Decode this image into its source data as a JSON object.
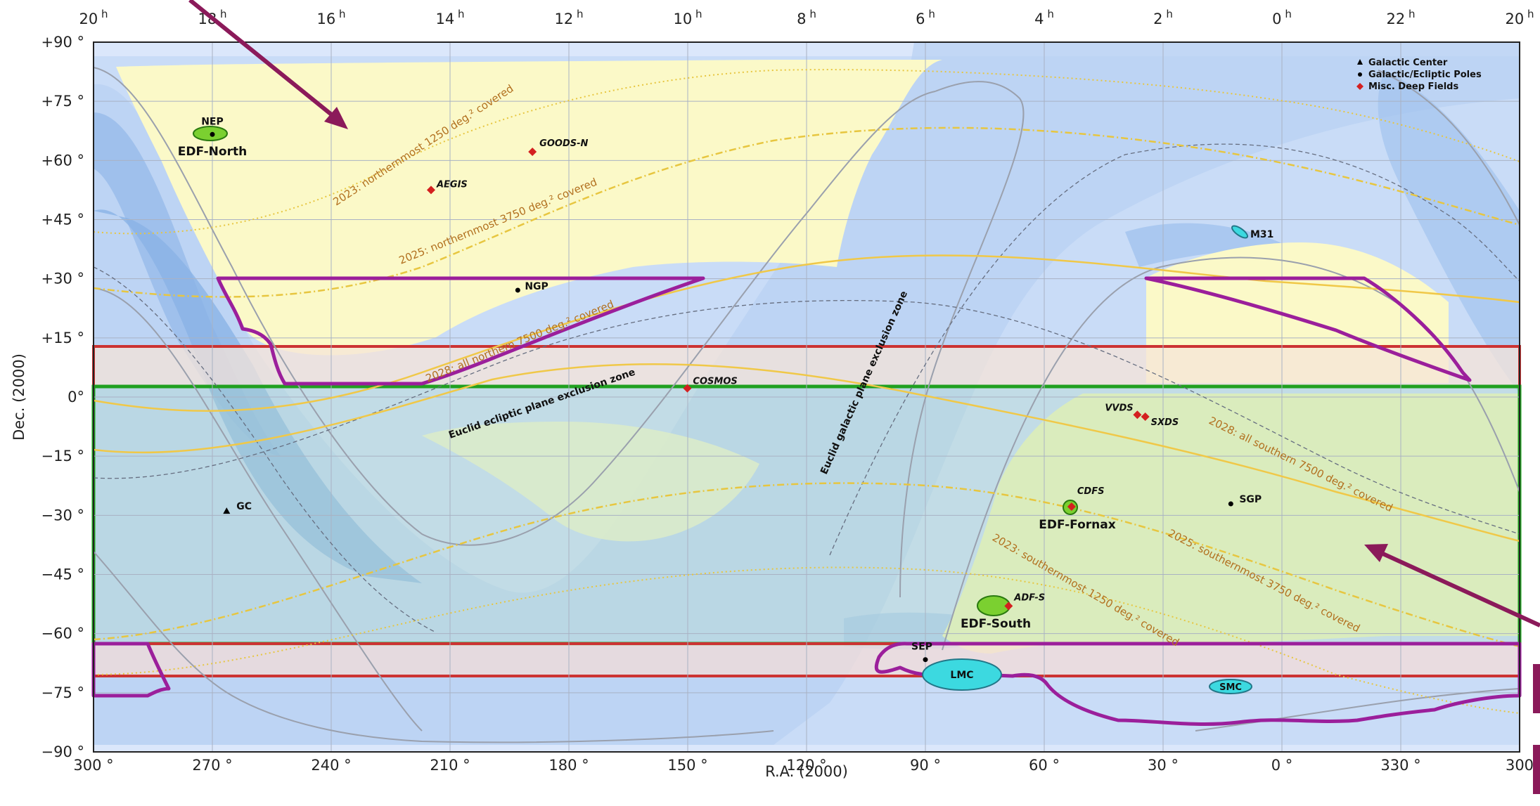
{
  "chart_data": {
    "type": "scatter",
    "xlabel": "R.A. (2000)",
    "ylabel": "Dec. (2000)",
    "xlim": [
      300,
      -60
    ],
    "ylim": [
      -90,
      90
    ],
    "x_ticks_deg": [
      "300 °",
      "270 °",
      "240 °",
      "210 °",
      "180 °",
      "150 °",
      "120 °",
      "90 °",
      "60 °",
      "30 °",
      "0 °",
      "330 °",
      "300"
    ],
    "x_ticks_hours": [
      "20h",
      "18h",
      "16h",
      "14h",
      "12h",
      "10h",
      "8h",
      "6h",
      "4h",
      "2h",
      "0h",
      "22h",
      "20h"
    ],
    "y_ticks": [
      "+90 °",
      "+75 °",
      "+60 °",
      "+45 °",
      "+30 °",
      "+15 °",
      "0°",
      "−15 °",
      "−30 °",
      "−45 °",
      "−60 °",
      "−75 °",
      "−90 °"
    ],
    "grid": true,
    "legend": {
      "placement": "top-right",
      "entries": [
        {
          "label": "Galactic Center",
          "marker": "triangle",
          "color": "#000000"
        },
        {
          "label": "Galactic/Ecliptic Poles",
          "marker": "dot",
          "color": "#000000"
        },
        {
          "label": "Misc. Deep Fields",
          "marker": "diamond",
          "color": "#d42020"
        }
      ]
    },
    "points": [
      {
        "label": "GC",
        "ra": 266.4,
        "dec": -28.9,
        "kind": "galactic-center"
      },
      {
        "label": "NGP",
        "ra": 192.9,
        "dec": 27.1,
        "kind": "pole"
      },
      {
        "label": "SGP",
        "ra": 12.9,
        "dec": -27.1,
        "kind": "pole"
      },
      {
        "label": "NEP",
        "ra": 270.0,
        "dec": 66.6,
        "kind": "pole"
      },
      {
        "label": "SEP",
        "ra": 90.0,
        "dec": -66.6,
        "kind": "pole"
      },
      {
        "label": "GOODS-N",
        "ra": 189.2,
        "dec": 62.2,
        "kind": "deep-field"
      },
      {
        "label": "AEGIS",
        "ra": 214.8,
        "dec": 52.5,
        "kind": "deep-field"
      },
      {
        "label": "COSMOS",
        "ra": 150.1,
        "dec": 2.2,
        "kind": "deep-field"
      },
      {
        "label": "VVDS",
        "ra": 36.5,
        "dec": -4.5,
        "kind": "deep-field"
      },
      {
        "label": "SXDS",
        "ra": 34.5,
        "dec": -5.0,
        "kind": "deep-field"
      },
      {
        "label": "CDFS",
        "ra": 53.1,
        "dec": -27.8,
        "kind": "deep-field"
      },
      {
        "label": "ADF-S",
        "ra": 69.0,
        "dec": -53.0,
        "kind": "deep-field"
      }
    ],
    "fields": [
      {
        "label": "EDF-North",
        "ra": 270.0,
        "dec": 66.0
      },
      {
        "label": "EDF-Fornax",
        "ra": 52.9,
        "dec": -28.1
      },
      {
        "label": "EDF-South",
        "ra": 69.0,
        "dec": -52.0
      }
    ],
    "galaxies": [
      {
        "label": "LMC",
        "ra": 80.9,
        "dec": -69.8
      },
      {
        "label": "SMC",
        "ra": 13.2,
        "dec": -72.8
      },
      {
        "label": "M31",
        "ra": 10.7,
        "dec": 41.3
      }
    ],
    "zone_labels": [
      "Euclid ecliptic plane exclusion zone",
      "Euclid galactic plane exclusion zone"
    ],
    "coverage_labels": [
      "2023: northernmost 1250 deg.² covered",
      "2025: northernmost 3750 deg.² covered",
      "2028: all northern 7500 deg.² covered",
      "2028: all southern 7500 deg.² covered",
      "2025: southernmost 3750 deg.² covered",
      "2023: southernmost 1250 deg.² covered"
    ],
    "survey_strips": [
      {
        "color": "red",
        "dec_range": [
          3,
          13
        ]
      },
      {
        "color": "green",
        "dec_range": [
          -62,
          2
        ]
      },
      {
        "color": "red",
        "dec_range": [
          -70,
          -62
        ]
      }
    ]
  }
}
